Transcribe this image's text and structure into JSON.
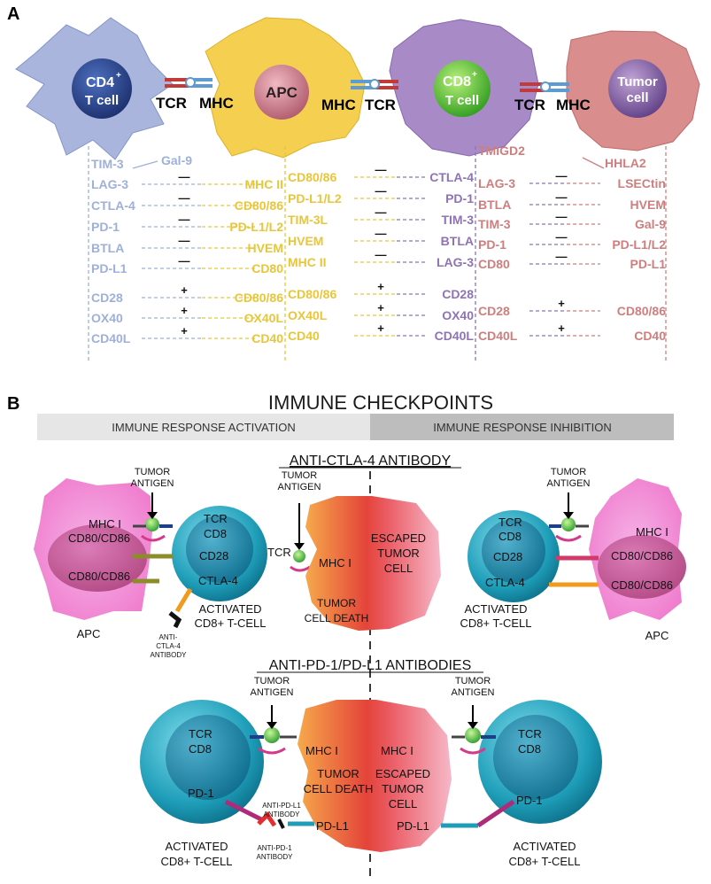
{
  "panel_labels": {
    "a": "A",
    "b": "B"
  },
  "panelA": {
    "cells": {
      "cd4": {
        "name": "CD4",
        "sup": "+",
        "sub": "T cell",
        "color": "#a9b5dd"
      },
      "apc": {
        "name": "APC",
        "color": "#f5cf4f"
      },
      "cd8": {
        "name": "CD8",
        "sup": "+",
        "sub": "T cell",
        "color": "#a88bc6"
      },
      "tumor": {
        "name": "Tumor",
        "sub": "cell",
        "color": "#d98d8d"
      }
    },
    "synapse_labels": {
      "tcr1": "TCR",
      "mhc1": "MHC",
      "mhc2": "MHC",
      "tcr2": "TCR",
      "tcr3": "TCR",
      "mhc3": "MHC"
    },
    "colors": {
      "cd4": "#9fb0d8",
      "apc": "#e8c63a",
      "cd8": "#8e73b5",
      "tumor": "#cf7e7e"
    },
    "col1_left": [
      "TIM-3",
      "LAG-3",
      "CTLA-4",
      "PD-1",
      "BTLA",
      "PD-L1",
      "CD28",
      "OX40",
      "CD40L"
    ],
    "col1_right": [
      "Gal-9",
      "MHC II",
      "CD80/86",
      "PD-L1/L2",
      "HVEM",
      "CD80",
      "CD80/86",
      "OX40L",
      "CD40"
    ],
    "col2_left": [
      "CD80/86",
      "PD-L1/L2",
      "TIM-3L",
      "HVEM",
      "MHC II",
      "CD80/86",
      "OX40L",
      "CD40"
    ],
    "col2_right": [
      "CTLA-4",
      "PD-1",
      "TIM-3",
      "BTLA",
      "LAG-3",
      "CD28",
      "OX40",
      "CD40L"
    ],
    "col3_left": [
      "TMIGD2",
      "LAG-3",
      "BTLA",
      "TIM-3",
      "PD-1",
      "CD80",
      "CD28",
      "CD40L"
    ],
    "col3_right": [
      "HHLA2",
      "LSECtin",
      "HVEM",
      "Gal-9",
      "PD-L1/L2",
      "PD-L1",
      "CD80/86",
      "CD40"
    ],
    "sign_minus": "—",
    "sign_plus": "+"
  },
  "panelB": {
    "title": "IMMUNE CHECKPOINTS",
    "bar_left": "IMMUNE RESPONSE ACTIVATION",
    "bar_right": "IMMUNE RESPONSE INHIBITION",
    "section1_title": "ANTI-CTLA-4 ANTIBODY",
    "section2_title": "ANTI-PD-1/PD-L1 ANTIBODIES",
    "tumor_antigen": [
      "TUMOR",
      "ANTIGEN"
    ],
    "mhc1": "MHC I",
    "cd80cd86": "CD80/CD86",
    "apc": "APC",
    "tcr": "TCR",
    "cd8": "CD8",
    "cd28": "CD28",
    "ctla4": "CTLA-4",
    "pd1": "PD-1",
    "pdl1": "PD-L1",
    "activated": [
      "ACTIVATED",
      "CD8+ T-CELL"
    ],
    "anti_ctla4": [
      "ANTI-",
      "CTLA-4",
      "ANTIBODY"
    ],
    "anti_pdl1": [
      "ANTI-PD-L1",
      "ANTIBODY"
    ],
    "anti_pd1": [
      "ANTI-PD-1",
      "ANTIBODY"
    ],
    "tumor_death": [
      "TUMOR",
      "CELL DEATH"
    ],
    "escaped": [
      "ESCAPED",
      "TUMOR",
      "CELL"
    ],
    "bar_left_color": "#e6e6e6",
    "bar_right_color": "#bdbdbd"
  }
}
